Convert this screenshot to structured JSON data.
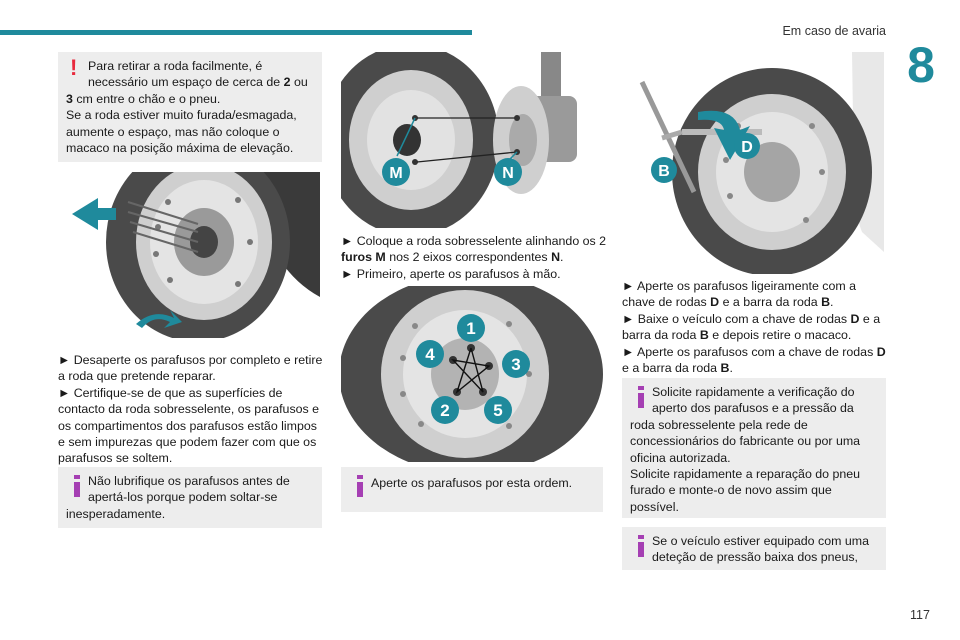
{
  "header": {
    "section_title": "Em caso de avaria",
    "chapter_number": "8"
  },
  "footer": {
    "page_number": "117"
  },
  "colors": {
    "accent": "#1f8a9c",
    "warning": "#e8293d",
    "info": "#a53fb3",
    "box_background": "#ededed",
    "callout_letter": "#1f8a9c"
  },
  "col1": {
    "warning_box": {
      "icon": "exclamation-icon",
      "l1": "Para retirar a roda facilmente, é",
      "l2a": "necessário um espaço de cerca de ",
      "l2b": "2",
      "l2c": " ou",
      "l3a": "3",
      "l3b": " cm entre o chão e o pneu.",
      "l4": "Se a roda estiver muito furada/esmagada,",
      "l5": "aumente o espaço, mas não coloque o",
      "l6": "macaco na posição máxima de elevação."
    },
    "steps": {
      "s1_l1": "► Desaperte os parafusos por completo e retire",
      "s1_l2": "a roda que pretende reparar.",
      "s2_l1": "► Certifique-se de que as superfícies de",
      "s2_l2": "contacto da roda sobresselente, os parafusos e",
      "s2_l3": "os compartimentos dos parafusos estão limpos",
      "s2_l4": "e sem impurezas que podem fazer com que os",
      "s2_l5": "parafusos se soltem."
    },
    "info_box": {
      "icon": "info-icon",
      "l1": "Não lubrifique os parafusos antes de",
      "l2": "apertá-los porque podem soltar-se",
      "l3": "inesperadamente."
    }
  },
  "col2": {
    "figure_labels": {
      "m": "M",
      "n": "N"
    },
    "steps": {
      "s1_l1": "► Coloque a roda sobresselente alinhando os 2",
      "s1_l2a": "furos M",
      "s1_l2b": " nos 2 eixos correspondentes ",
      "s1_l2c": "N",
      "s1_l2d": ".",
      "s2_l1": "► Primeiro, aperte os parafusos à mão."
    },
    "bolt_order": [
      "1",
      "2",
      "3",
      "4",
      "5"
    ],
    "info_box": {
      "icon": "info-icon",
      "l1": "Aperte os parafusos por esta ordem."
    }
  },
  "col3": {
    "figure_labels": {
      "b": "B",
      "d": "D"
    },
    "steps": {
      "s1_l1": "► Aperte os parafusos ligeiramente com a",
      "s1_l2a": "chave de rodas ",
      "s1_l2b": "D",
      "s1_l2c": " e a barra da roda ",
      "s1_l2d": "B",
      "s1_l2e": ".",
      "s2_l1a": "► Baixe o veículo com a chave de rodas ",
      "s2_l1b": "D",
      "s2_l1c": " e a",
      "s2_l2a": "barra da roda ",
      "s2_l2b": "B",
      "s2_l2c": " e depois retire o macaco.",
      "s3_l1a": "► Aperte os parafusos com a chave de rodas ",
      "s3_l1b": "D",
      "s3_l2a": "e a barra da roda ",
      "s3_l2b": "B",
      "s3_l2c": "."
    },
    "info_box1": {
      "icon": "info-icon",
      "l1": "Solicite rapidamente a verificação do",
      "l2": "aperto dos parafusos e a pressão da",
      "l3": "roda sobresselente pela rede de",
      "l4": "concessionários do fabricante ou por uma",
      "l5": "oficina autorizada.",
      "l6": "Solicite rapidamente a reparação do pneu",
      "l7": "furado e monte-o de novo assim que",
      "l8": "possível."
    },
    "info_box2": {
      "icon": "info-icon",
      "l1": "Se o veículo estiver equipado com uma",
      "l2": "deteção de pressão baixa dos pneus,"
    }
  }
}
